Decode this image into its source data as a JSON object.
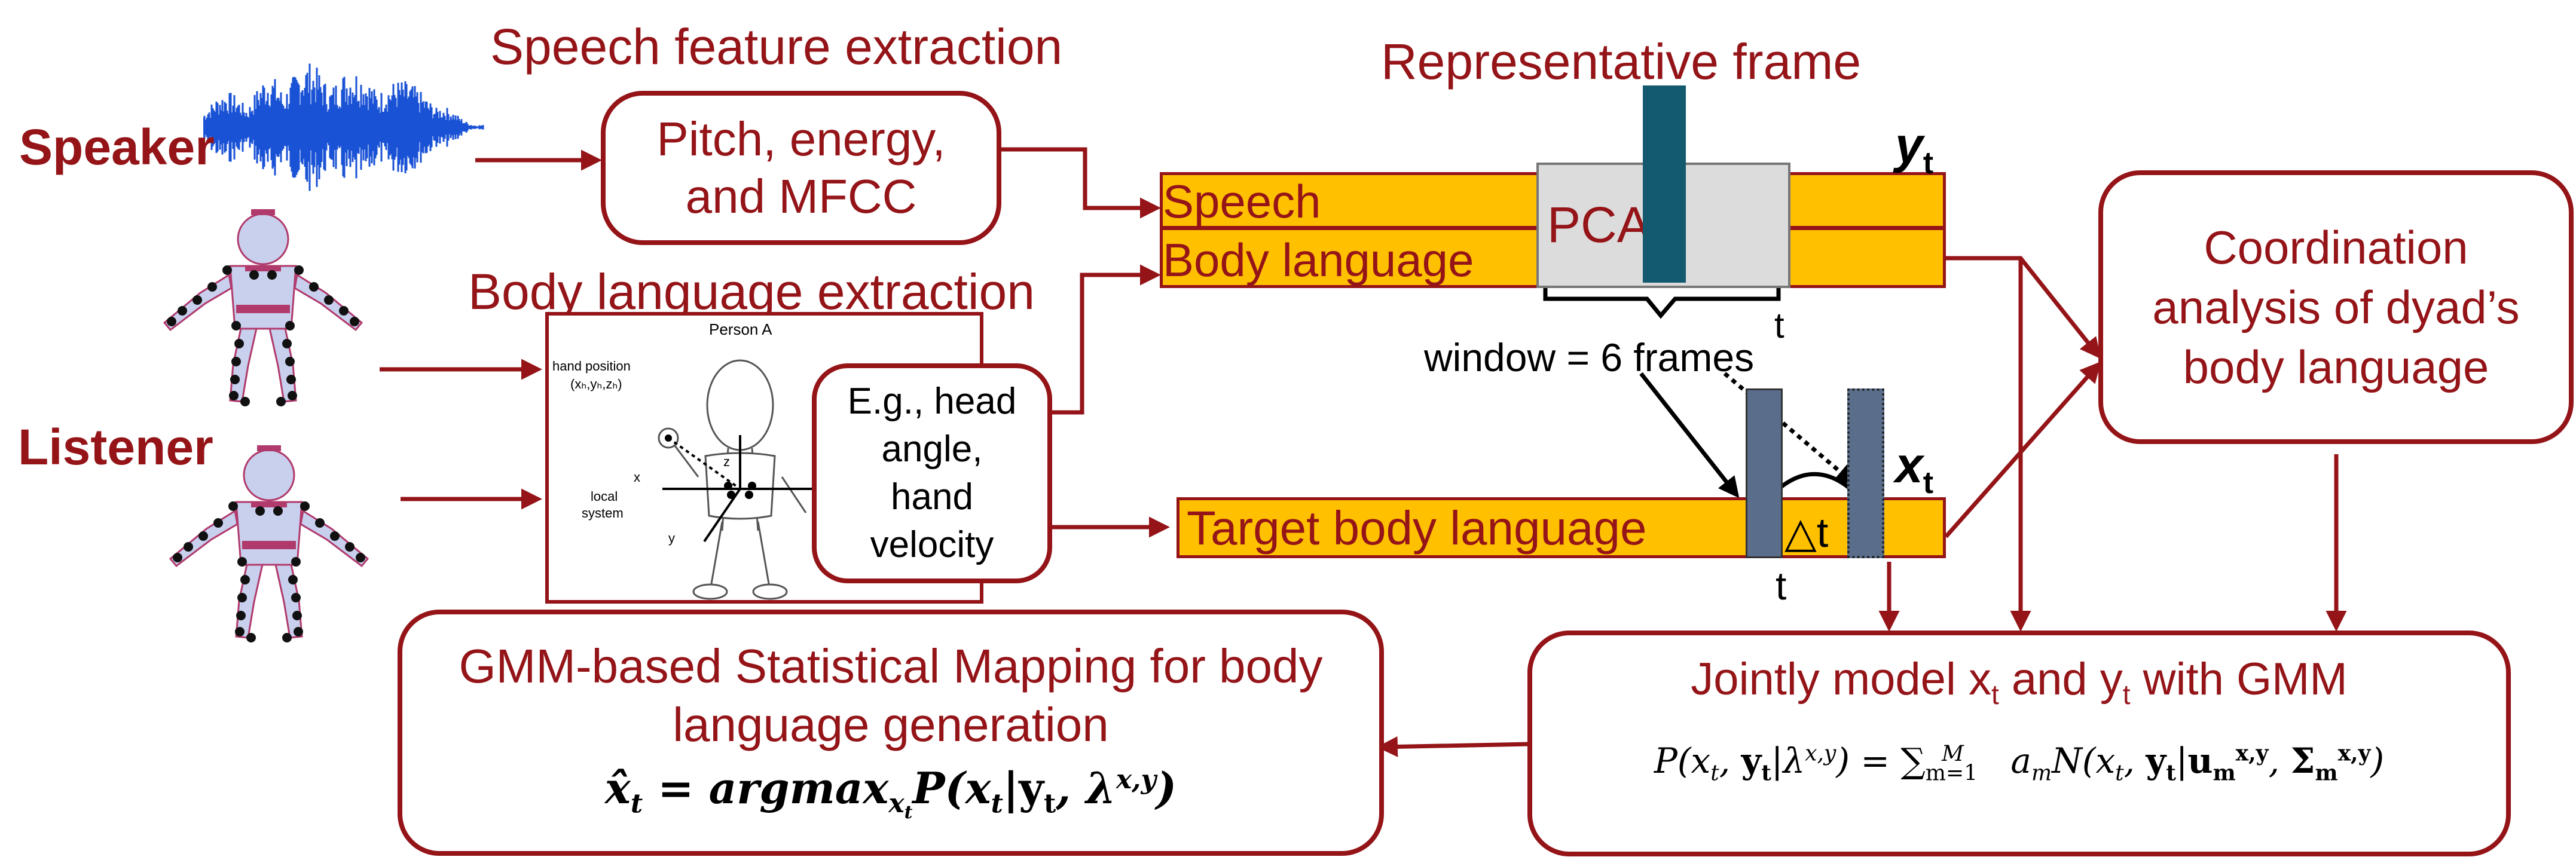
{
  "labels": {
    "speaker": "Speaker",
    "listener": "Listener",
    "speech_feature_title": "Speech feature extraction",
    "representative_frame": "Representative frame",
    "body_language_extraction": "Body language extraction"
  },
  "boxes": {
    "pitch": [
      "Pitch, energy,",
      "and MFCC"
    ],
    "eg": [
      "E.g., head",
      "angle,",
      "hand",
      "velocity"
    ],
    "coordination": [
      "Coordination",
      "analysis of dyad’s",
      "body language"
    ],
    "jointly_prefix": "Jointly model x",
    "jointly_mid": " and y",
    "jointly_suffix": " with GMM",
    "jointly_sub": "t",
    "gmm_mapping": [
      "GMM-based Statistical Mapping for body",
      "language generation"
    ]
  },
  "bars": {
    "speech": "Speech",
    "body_language": "Body language",
    "target": "Target body language",
    "pca": "PCA",
    "yt": "y",
    "xt": "x",
    "sub_t": "t",
    "t_upper": "t",
    "t_lower": "t",
    "delta_t": "△t",
    "window": "window = 6 frames"
  },
  "figure": {
    "person_a": "Person A",
    "hand_position": "hand position",
    "hand_coords": "(xₕ,yₕ,zₕ)",
    "local": "local",
    "system": "system",
    "x": "x",
    "y": "y",
    "z": "z"
  },
  "equations": {
    "joint": "P(xₜ, 𝐲ₜ | λˣ,ʸ) = Σ_{m=1}^{M} aₘ N(xₜ, 𝐲ₜ | 𝐮ₘˣ,ʸ, 𝚺ₘˣ,ʸ)",
    "mapping": "x̂ₜ = argmax_{xₜ} P(xₜ | 𝐲ₜ, λˣ,ʸ)"
  },
  "colors": {
    "dark_red": "#941418",
    "bar_yellow": "#ffc000",
    "window_teal": "#145a6e",
    "frame_blue": "#5a6e8c",
    "waveform_blue": "#1a52d6",
    "skeleton_fill": "#c8d0ee",
    "skeleton_outline": "#b03a6c"
  }
}
